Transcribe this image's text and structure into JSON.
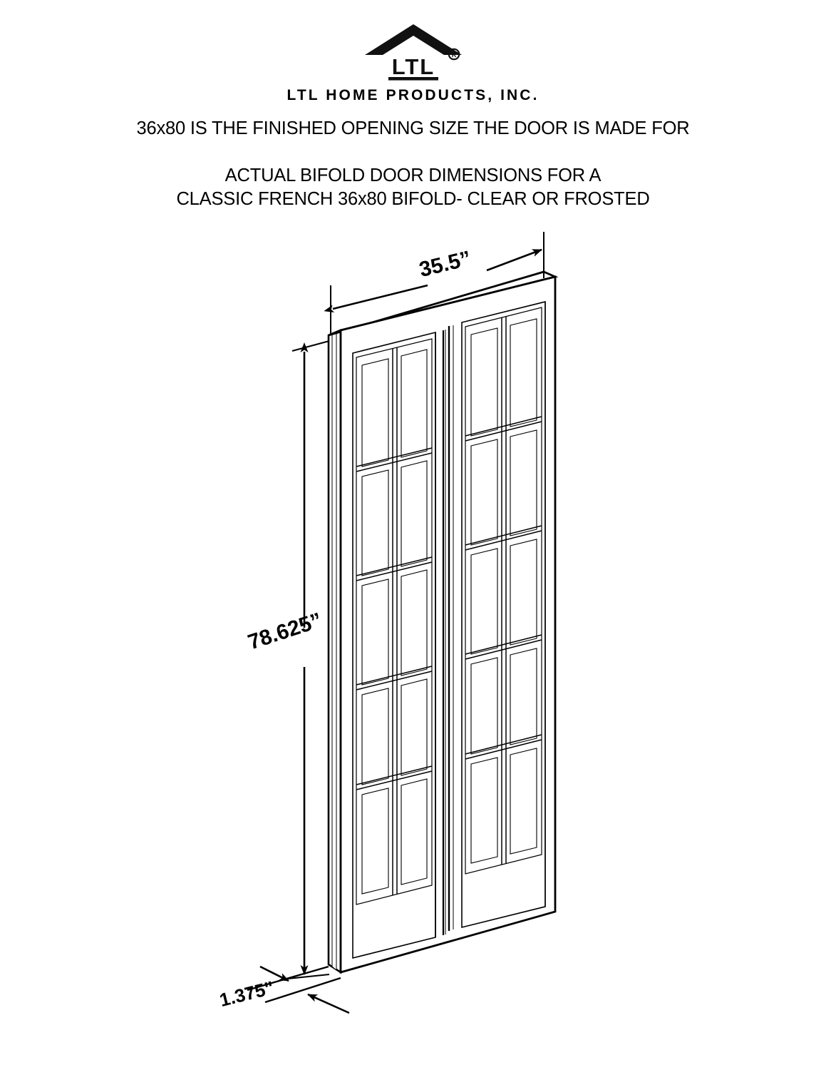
{
  "header": {
    "logo": {
      "icon": "ltl-roof-chevron-logo",
      "wordmark": "LTL",
      "trademark": "®"
    },
    "company_name": "LTL HOME PRODUCTS, INC.",
    "headline": "36x80 IS THE FINISHED OPENING SIZE THE DOOR IS MADE FOR",
    "subhead_line1": "ACTUAL BIFOLD DOOR DIMENSIONS FOR A",
    "subhead_line2": "CLASSIC FRENCH 36x80 BIFOLD- CLEAR OR FROSTED"
  },
  "drawing": {
    "title": "Classic French 36x80 Bifold Door",
    "view": "isometric-perspective",
    "dimensions": {
      "width": "35.5”",
      "height": "78.625”",
      "thickness": "1.375\"",
      "width_unit": "inches",
      "height_unit": "inches",
      "thickness_unit": "inches"
    },
    "panels": {
      "count": 2,
      "lite_columns": 2,
      "lite_rows": 5,
      "lites_per_panel": 10,
      "total_lites": 20
    },
    "colors": {
      "line": "#000000",
      "fill": "#ffffff",
      "shade": "#f2f2f2"
    }
  }
}
